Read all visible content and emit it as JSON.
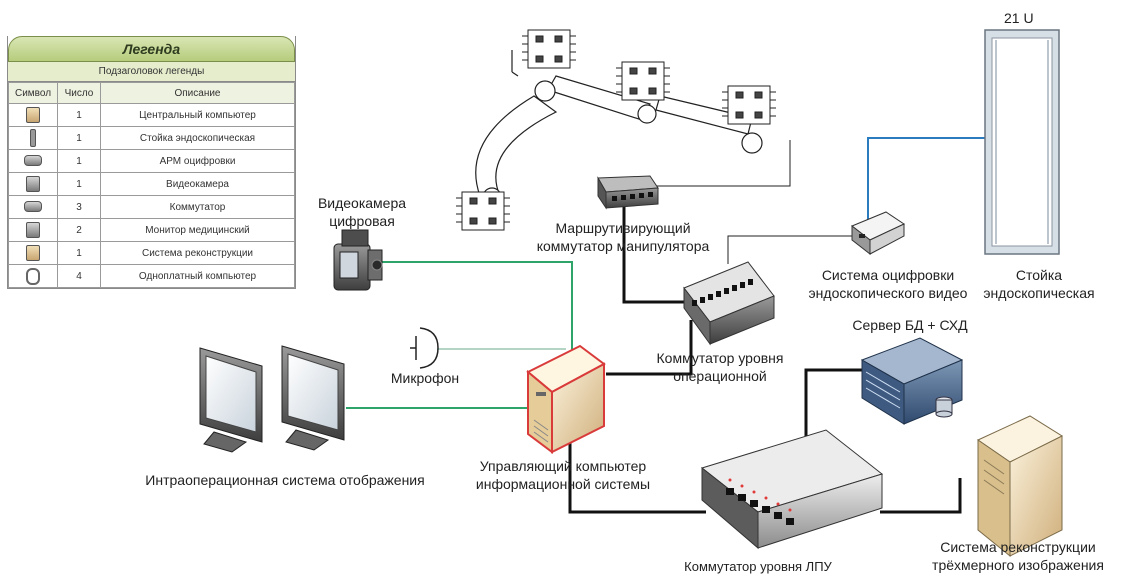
{
  "legend": {
    "title": "Легенда",
    "subtitle": "Подзаголовок легенды",
    "headers": [
      "Символ",
      "Число",
      "Описание"
    ],
    "rows": [
      {
        "icon": "central-computer-icon",
        "count": "1",
        "desc": "Центральный компьютер"
      },
      {
        "icon": "endoscopic-rack-icon",
        "count": "1",
        "desc": "Стойка эндоскопическая"
      },
      {
        "icon": "digitization-workstation-icon",
        "count": "1",
        "desc": "АРМ оцифровки"
      },
      {
        "icon": "video-camera-icon",
        "count": "1",
        "desc": "Видеокамера"
      },
      {
        "icon": "switch-icon",
        "count": "3",
        "desc": "Коммутатор"
      },
      {
        "icon": "medical-monitor-icon",
        "count": "2",
        "desc": "Монитор медицинский"
      },
      {
        "icon": "reconstruction-system-icon",
        "count": "1",
        "desc": "Система реконструкции"
      },
      {
        "icon": "single-board-computer-icon",
        "count": "4",
        "desc": "Одноплатный компьютер"
      }
    ]
  },
  "labels": {
    "rack_units": "21 U",
    "camera_l1": "Видеокамера",
    "camera_l2": "цифровая",
    "router_l1": "Маршрутивирующий",
    "router_l2": "коммутатор манипулятора",
    "digitizer_l1": "Система оцифровки",
    "digitizer_l2": "эндоскопического видео",
    "rack_l1": "Стойка",
    "rack_l2": "эндоскопическая",
    "server": "Сервер БД + СХД",
    "mic": "Микрофон",
    "op_switch_l1": "Коммутатор уровня",
    "op_switch_l2": "операционной",
    "display": "Интраоперационная система отображения",
    "control_l1": "Управляющий компьютер",
    "control_l2": "информационной системы",
    "hospital_switch": "Коммутатор уровня ЛПУ",
    "recon_l1": "Система реконструкции",
    "recon_l2": "трёхмерного изображения"
  },
  "colors": {
    "green_link": "#2ea36a",
    "blue_link": "#2b7bbf",
    "black_link": "#111111",
    "highlight": "#d93a3a"
  }
}
